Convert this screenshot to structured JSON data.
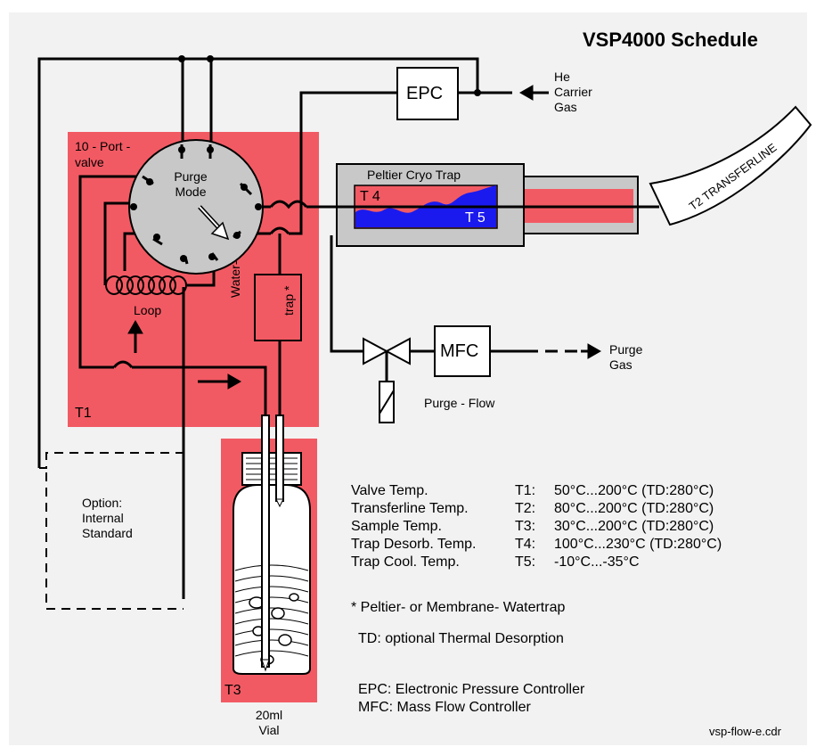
{
  "title": "VSP4000 Schedule",
  "labels": {
    "port_valve": [
      "10 - Port -",
      "valve"
    ],
    "purge_mode": [
      "Purge",
      "Mode"
    ],
    "loop": "Loop",
    "watertrap": [
      "Water-",
      "trap *"
    ],
    "t1": "T1",
    "t3": "T3",
    "t4": "T 4",
    "t5": "T 5",
    "epc": "EPC",
    "mfc": "MFC",
    "he_carrier": [
      "He",
      "Carrier",
      "Gas"
    ],
    "peltier_trap": "Peltier Cryo Trap",
    "transferline": "T2  TRANSFERLINE",
    "purge_gas": [
      "Purge",
      "Gas"
    ],
    "purge_flow": "Purge - Flow",
    "option": [
      "Option:",
      "Internal",
      "Standard"
    ],
    "vial": [
      "20ml",
      "Vial"
    ]
  },
  "temps": [
    {
      "name": "Valve Temp.",
      "code": "T1:",
      "range": "50°C...200°C (TD:280°C)"
    },
    {
      "name": "Transferline Temp.",
      "code": "T2:",
      "range": "80°C...200°C (TD:280°C)"
    },
    {
      "name": "Sample Temp.",
      "code": "T3:",
      "range": "30°C...200°C (TD:280°C)"
    },
    {
      "name": "Trap Desorb. Temp.",
      "code": "T4:",
      "range": "100°C...230°C (TD:280°C)"
    },
    {
      "name": "Trap Cool. Temp.",
      "code": "T5:",
      "range": "-10°C...-35°C"
    }
  ],
  "notes": {
    "watertrap_note": "* Peltier- or Membrane- Watertrap",
    "td_note": "TD: optional Thermal Desorption",
    "epc_def": "EPC: Electronic Pressure Controller",
    "mfc_def": "MFC: Mass Flow Controller",
    "filename": "vsp-flow-e.cdr"
  },
  "colors": {
    "heated_zone": "#f25a63",
    "valve_body": "#c8c8c8",
    "trap_box": "#c8c8c8",
    "cryo": "#1a1aee"
  }
}
